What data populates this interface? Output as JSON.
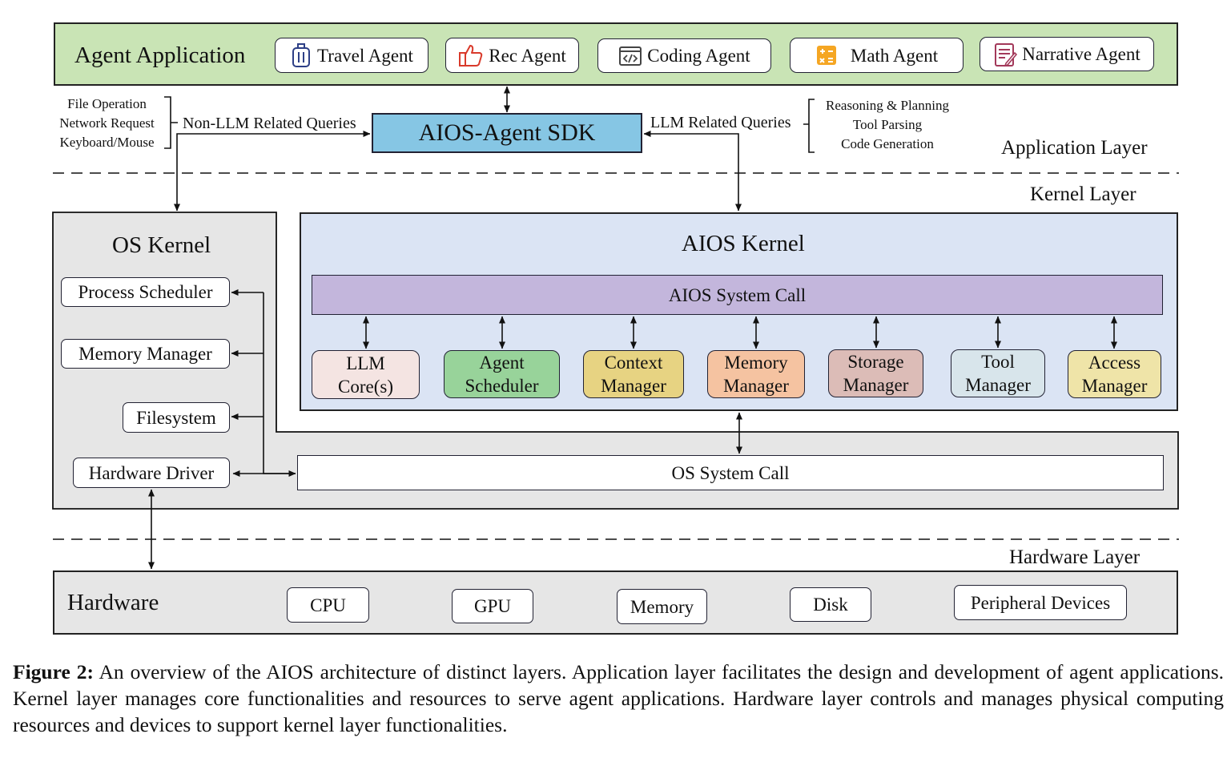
{
  "application_layer": {
    "title": "Agent Application",
    "agents": [
      {
        "label": "Travel Agent",
        "icon": "luggage-icon"
      },
      {
        "label": "Rec Agent",
        "icon": "thumbs-up-icon"
      },
      {
        "label": "Coding Agent",
        "icon": "code-window-icon"
      },
      {
        "label": "Math Agent",
        "icon": "calculator-icon"
      },
      {
        "label": "Narrative Agent",
        "icon": "document-pen-icon"
      }
    ],
    "sdk": "AIOS-Agent SDK",
    "non_llm_queries": {
      "label": "Non-LLM Related Queries",
      "items": [
        "File Operation",
        "Network Request",
        "Keyboard/Mouse"
      ]
    },
    "llm_queries": {
      "label": "LLM Related Queries",
      "items": [
        "Reasoning & Planning",
        "Tool Parsing",
        "Code Generation"
      ]
    },
    "layer_label": "Application Layer"
  },
  "kernel_layer": {
    "layer_label": "Kernel Layer",
    "os_kernel": {
      "title": "OS Kernel",
      "components": [
        "Process Scheduler",
        "Memory Manager",
        "Filesystem",
        "Hardware Driver"
      ],
      "system_call": "OS System Call"
    },
    "aios_kernel": {
      "title": "AIOS Kernel",
      "system_call": "AIOS System Call",
      "modules": [
        {
          "line1": "LLM",
          "line2": "Core(s)",
          "color": "#f4e4e2"
        },
        {
          "line1": "Agent",
          "line2": "Scheduler",
          "color": "#98d39a"
        },
        {
          "line1": "Context",
          "line2": "Manager",
          "color": "#e7d382"
        },
        {
          "line1": "Memory",
          "line2": "Manager",
          "color": "#f5c3a1"
        },
        {
          "line1": "Storage",
          "line2": "Manager",
          "color": "#dcbcb7"
        },
        {
          "line1": "Tool",
          "line2": "Manager",
          "color": "#d8e5eb"
        },
        {
          "line1": "Access",
          "line2": "Manager",
          "color": "#efe4a8"
        }
      ]
    }
  },
  "hardware_layer": {
    "layer_label": "Hardware Layer",
    "title": "Hardware",
    "devices": [
      "CPU",
      "GPU",
      "Memory",
      "Disk",
      "Peripheral Devices"
    ]
  },
  "caption": {
    "label": "Figure 2:",
    "text": " An overview of the AIOS architecture of distinct layers. Application layer facilitates the design and development of agent applications. Kernel layer manages core functionalities and resources to serve agent applications. Hardware layer controls and manages physical computing resources and devices to support kernel layer functionalities."
  },
  "colors": {
    "app_band": "#c9e4b5",
    "sdk": "#86c6e4",
    "os_kernel": "#e6e6e6",
    "aios_kernel": "#dbe4f4",
    "aios_syscall": "#c3b6dc",
    "hardware": "#e6e6e6"
  }
}
